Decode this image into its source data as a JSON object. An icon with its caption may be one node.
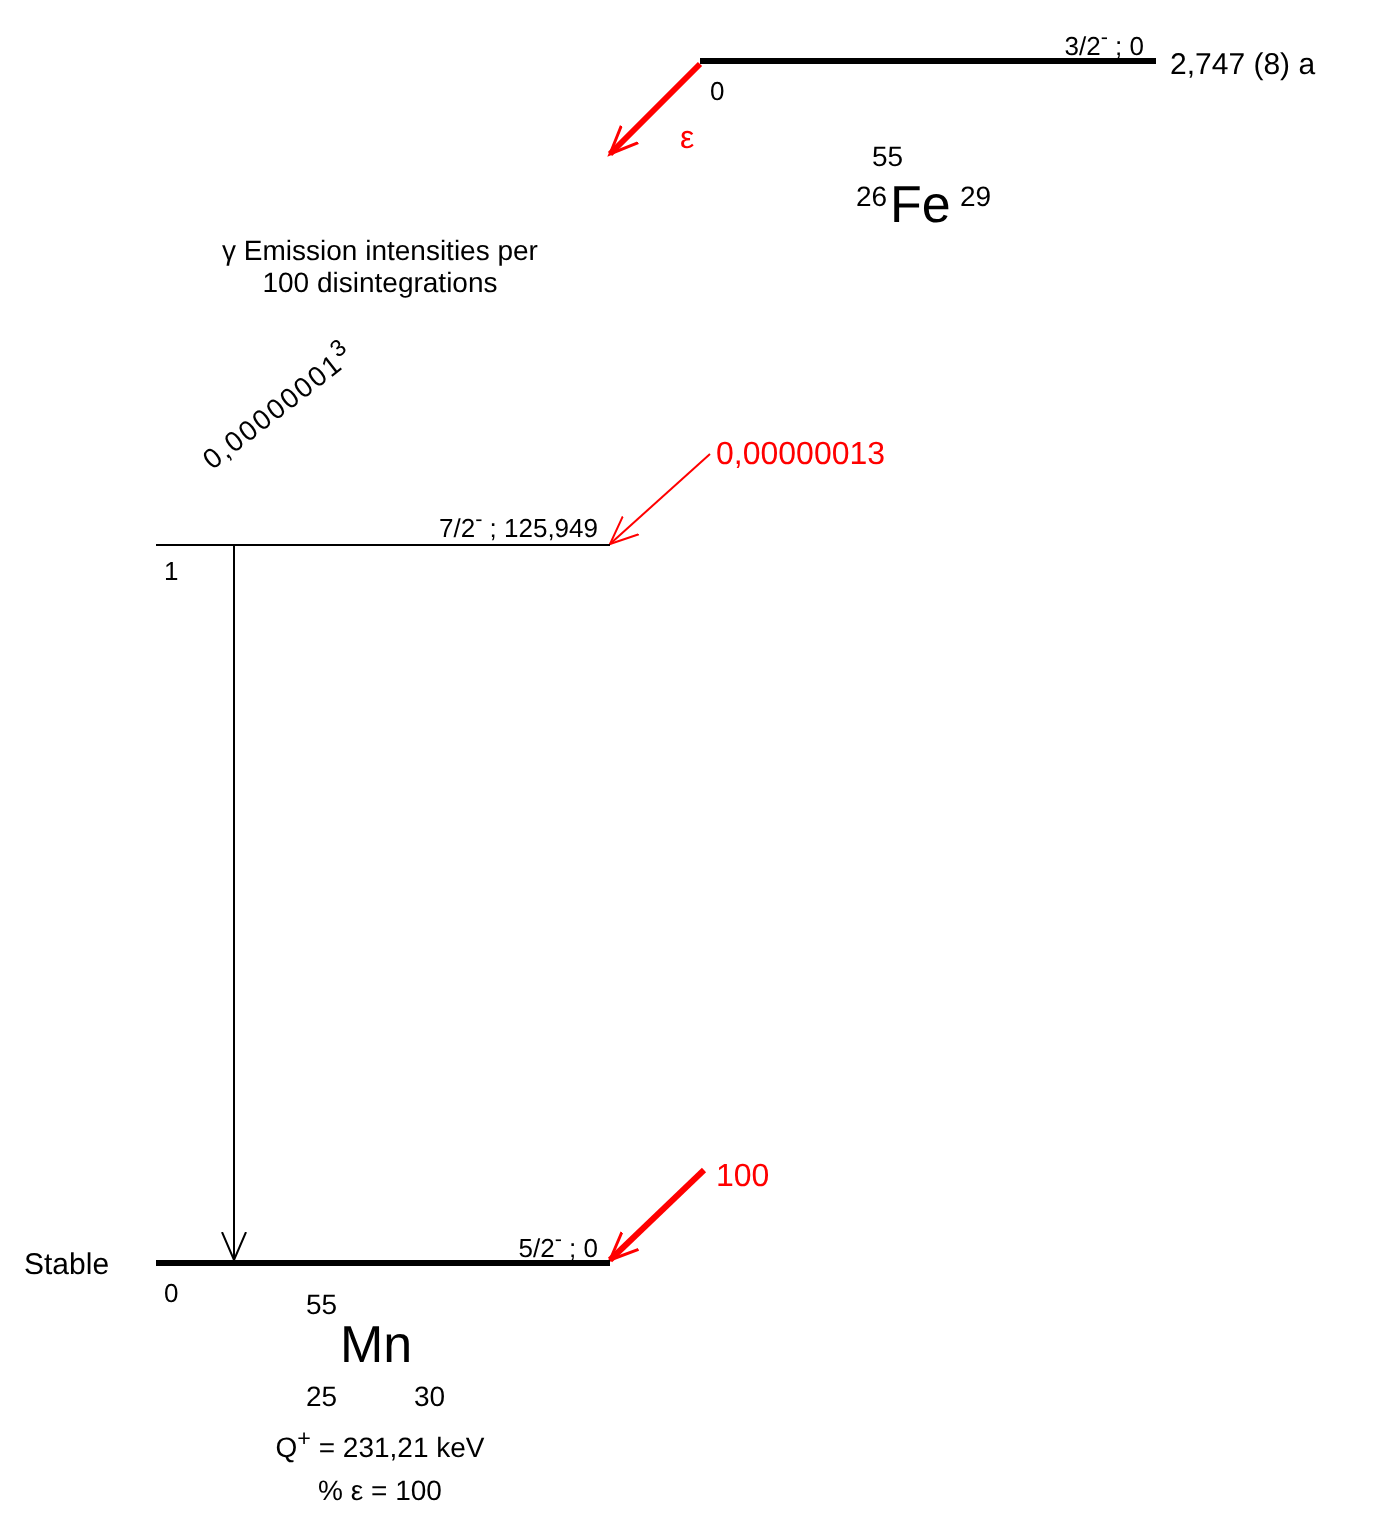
{
  "diagram": {
    "nodes": [
      {
        "text": [
          "3/2$^{-}$ ; 0"
        ],
        "beside": [
          "2,747 (8) a",
          "0"
        ]
      },
      {
        "text": [
          "7/2$^{-}$ ; 125,949"
        ],
        "beside": [
          "1"
        ]
      },
      {
        "text": [
          "5/2$^{-}$ ; 0"
        ],
        "beside": [
          "Stable",
          "0"
        ]
      }
    ],
    "edges": [
      {
        "from": 0,
        "to": null,
        "arrow": "to",
        "label": "ε",
        "style": "thick"
      },
      {
        "from": null,
        "to": 1,
        "arrow": "to",
        "label": "0,00000013"
      },
      {
        "from": null,
        "to": 2,
        "arrow": "to",
        "label": "100",
        "style": "thick"
      },
      {
        "from": 1,
        "to": 2,
        "arrow": "to",
        "label": "0,00000001$^{3}$",
        "color": "#000000"
      }
    ],
    "labels": [
      "55",
      "Fe",
      "26",
      "29",
      "γ Emission intensities per 100 disintegrations",
      "55",
      "Mn",
      "25",
      "30",
      "Q$^{+}$ = 231,21 keV",
      "% ε = 100"
    ]
  }
}
